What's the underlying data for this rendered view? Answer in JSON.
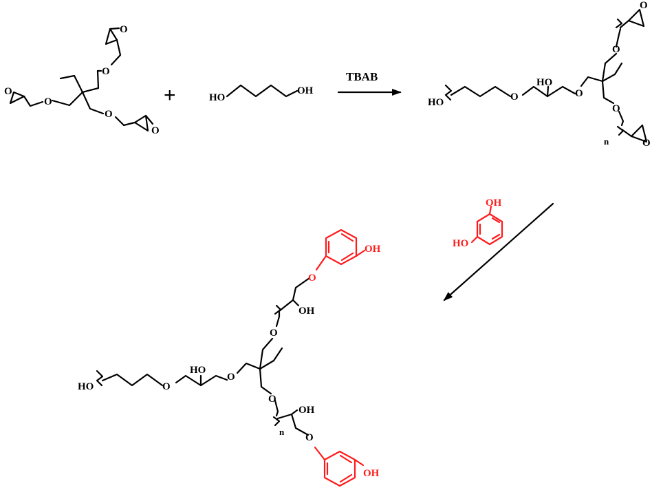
{
  "scheme": {
    "plus": "+",
    "reagent": "TBAB",
    "reactant1": {
      "atoms": {
        "o_top": "O",
        "o_left": "O",
        "o_right": "O",
        "o_ep1": "O",
        "o_ep2": "O",
        "o_ep3": "O"
      }
    },
    "reactant2": {
      "oh_left": "HO",
      "oh_right": "OH"
    },
    "product1": {
      "ho": "HO",
      "o1": "O",
      "oh": "HO",
      "o2": "O",
      "o3": "O",
      "o4": "O",
      "o_ep_top": "O",
      "o_ep_bot": "O",
      "n": "n"
    },
    "reagent2": {
      "oh_top": "OH",
      "ho_left": "HO"
    },
    "product2": {
      "ho": "HO",
      "o1": "O",
      "oh_mid": "HO",
      "o2": "O",
      "o_up": "O",
      "oh_up": "OH",
      "o_ar_up": "O",
      "oh_ar_up": "OH",
      "o_dn": "O",
      "oh_dn": "OH",
      "o_ar_dn": "O",
      "oh_ar_dn": "OH",
      "n": "n"
    },
    "colors": {
      "bond": "#000000",
      "highlight": "#ff1a1a"
    }
  }
}
